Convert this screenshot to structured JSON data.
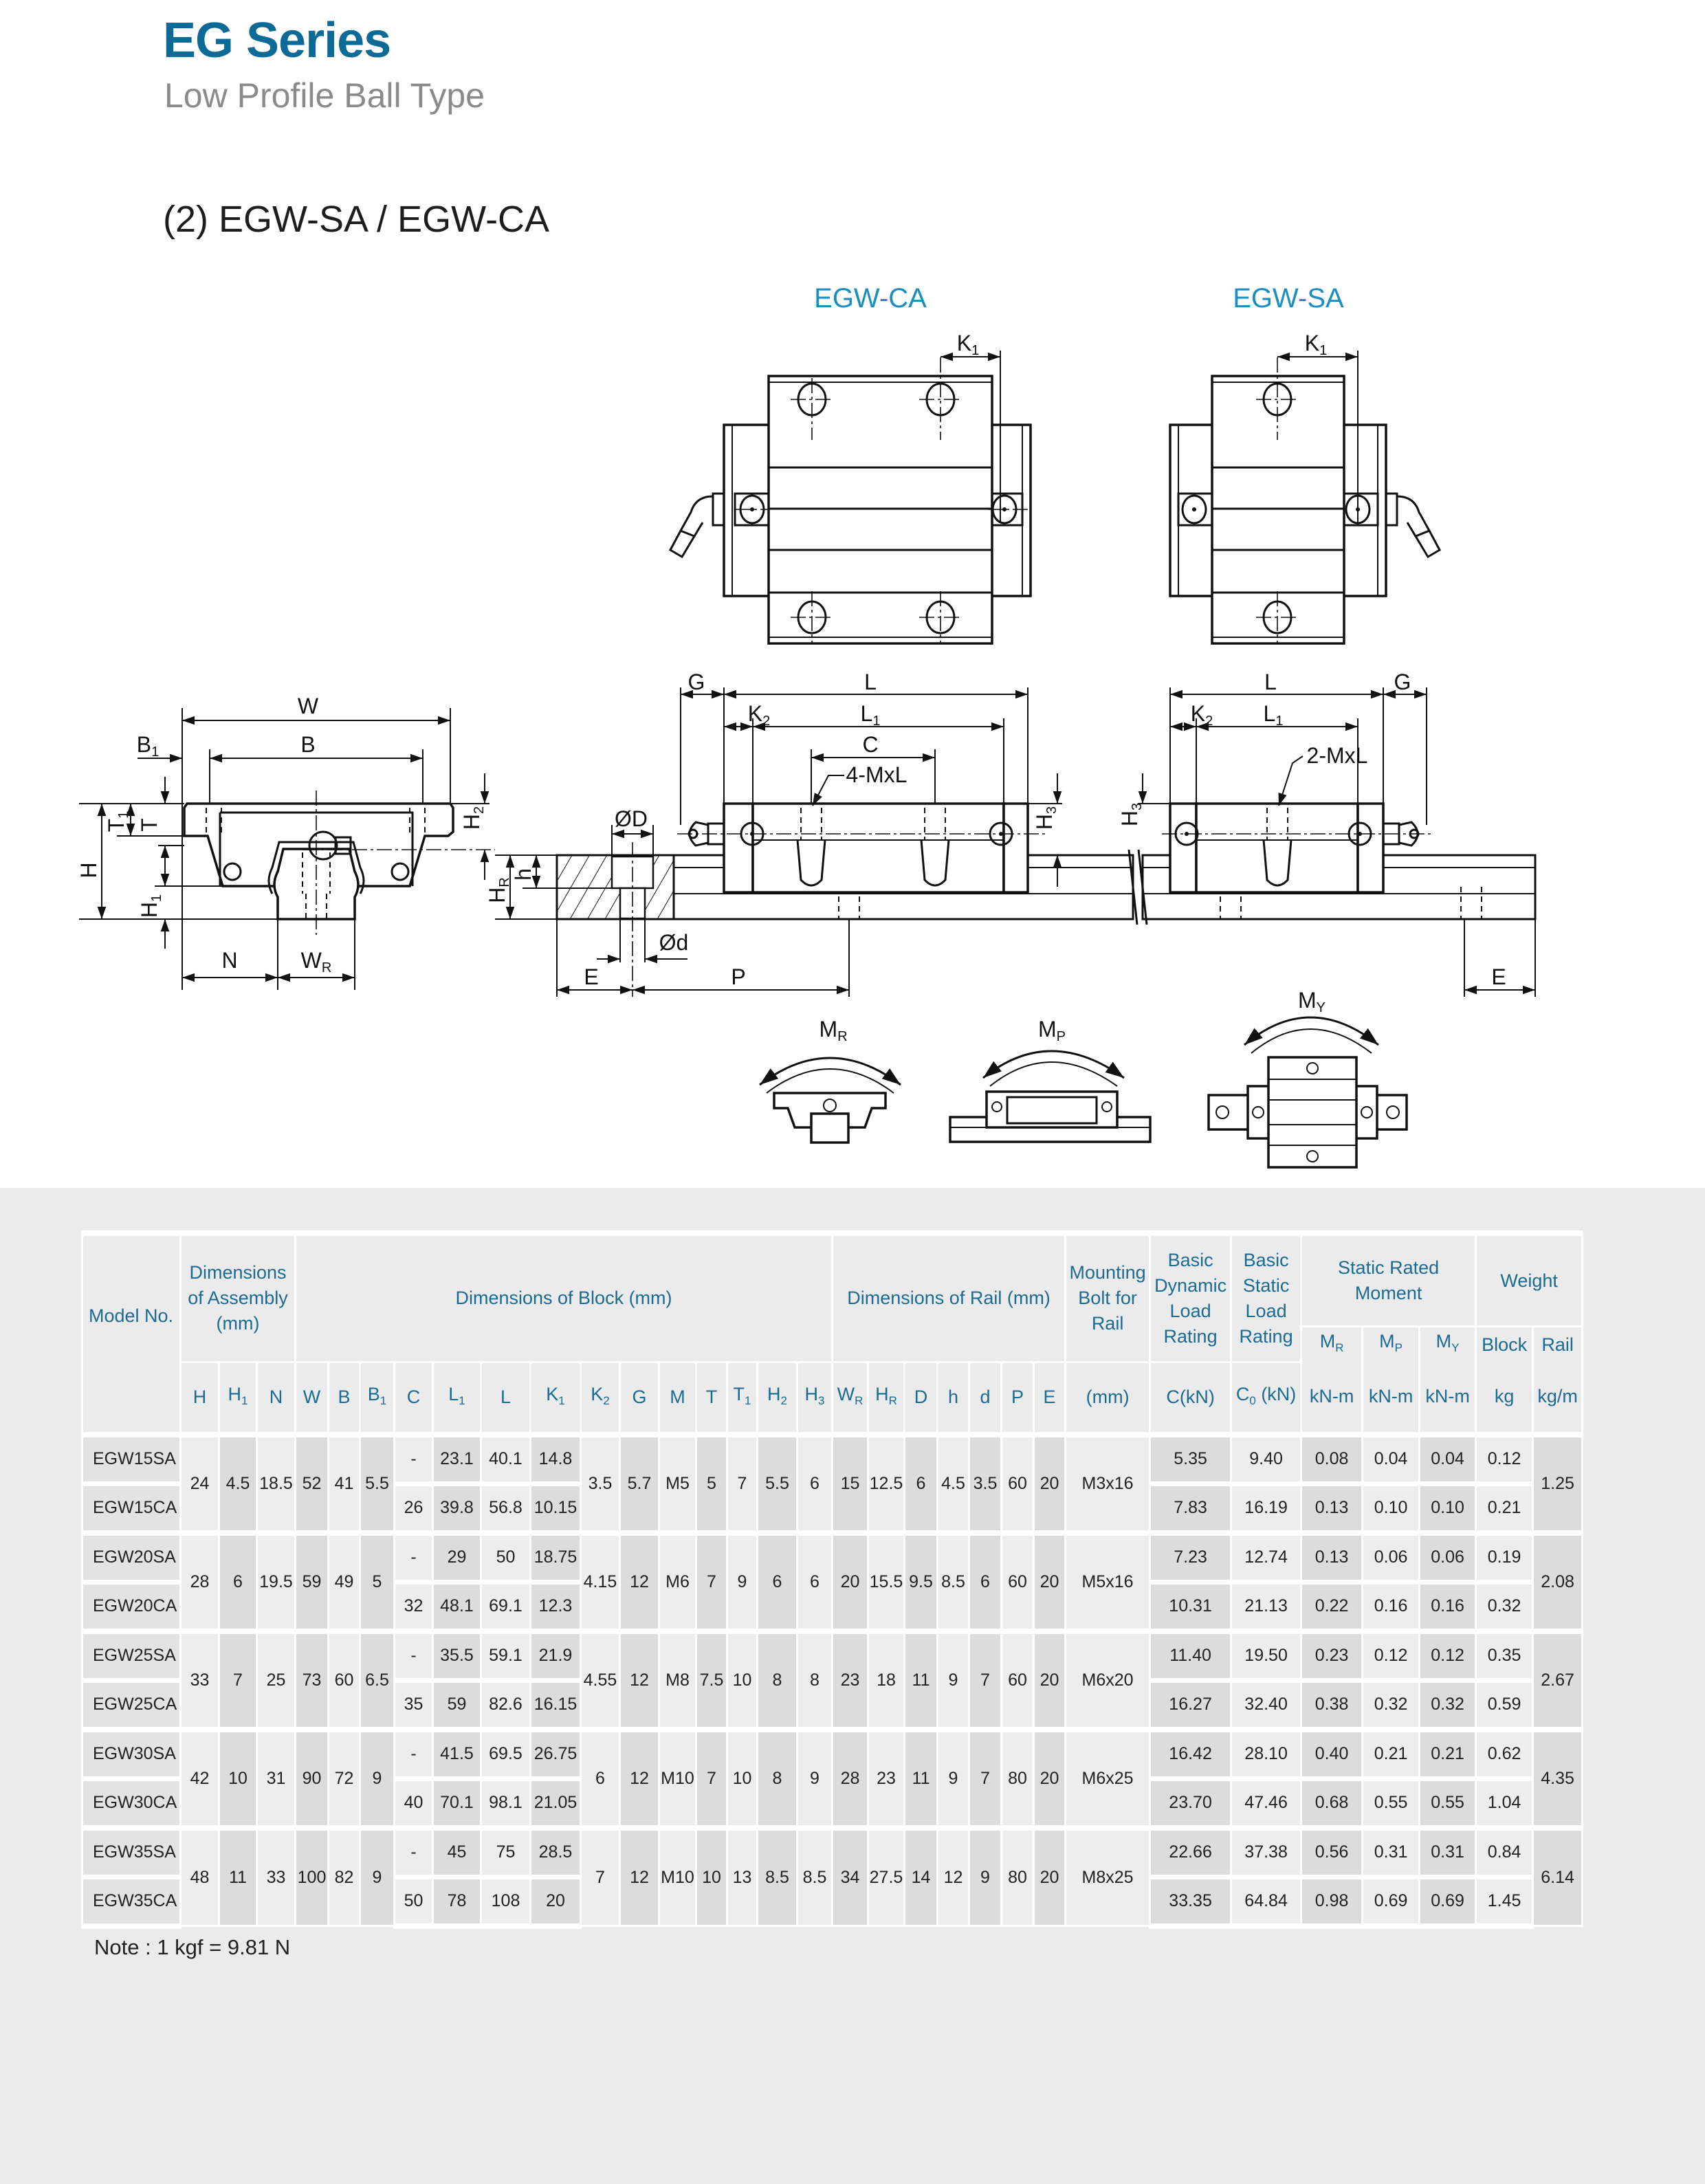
{
  "header": {
    "series_title": "EG Series",
    "subtitle": "Low Profile Ball Type",
    "section_title": "(2) EGW-SA / EGW-CA"
  },
  "colors": {
    "title_blue": "#0b6a96",
    "drawing_title_blue": "#1a8ec2",
    "table_header_text": "#1b6b93",
    "table_bg": "#ebebeb"
  },
  "drawings": {
    "ca_title": "EGW-CA",
    "sa_title": "EGW-SA",
    "labels": {
      "K1": {
        "m": "K",
        "s": "1"
      },
      "K2": {
        "m": "K",
        "s": "2"
      },
      "G": {
        "m": "G"
      },
      "L": {
        "m": "L"
      },
      "L1": {
        "m": "L",
        "s": "1"
      },
      "C": {
        "m": "C"
      },
      "mxl4": {
        "m": "4-MxL"
      },
      "mxl2": {
        "m": "2-MxL"
      },
      "H3": {
        "m": "H",
        "s": "3"
      },
      "W": {
        "m": "W"
      },
      "B1": {
        "m": "B",
        "s": "1"
      },
      "B": {
        "m": "B"
      },
      "T1": {
        "m": "T",
        "s": "1"
      },
      "T": {
        "m": "T"
      },
      "H2": {
        "m": "H",
        "s": "2"
      },
      "H": {
        "m": "H"
      },
      "H1": {
        "m": "H",
        "s": "1"
      },
      "N": {
        "m": "N"
      },
      "WR": {
        "m": "W",
        "s": "R"
      },
      "phiD": {
        "m": "ØD"
      },
      "h": {
        "m": "h"
      },
      "HR": {
        "m": "H",
        "s": "R"
      },
      "phid": {
        "m": "Ød"
      },
      "E": {
        "m": "E"
      },
      "P": {
        "m": "P"
      },
      "MR": {
        "m": "M",
        "s": "R"
      },
      "MP": {
        "m": "M",
        "s": "P"
      },
      "MY": {
        "m": "M",
        "s": "Y"
      }
    }
  },
  "table": {
    "group_headers": {
      "model": "Model No.",
      "assembly": "Dimensions of Assembly (mm)",
      "block": "Dimensions of Block (mm)",
      "rail": "Dimensions of Rail (mm)",
      "bolt": "Mounting Bolt for Rail",
      "dynamic": "Basic Dynamic Load Rating",
      "static": "Basic Static Load Rating",
      "moment": "Static Rated Moment",
      "weight": "Weight"
    },
    "columns": [
      {
        "key": "H",
        "m": "H"
      },
      {
        "key": "H1",
        "m": "H",
        "s": "1"
      },
      {
        "key": "N",
        "m": "N"
      },
      {
        "key": "W",
        "m": "W"
      },
      {
        "key": "B",
        "m": "B"
      },
      {
        "key": "B1",
        "m": "B",
        "s": "1"
      },
      {
        "key": "C",
        "m": "C"
      },
      {
        "key": "L1",
        "m": "L",
        "s": "1"
      },
      {
        "key": "L",
        "m": "L"
      },
      {
        "key": "K1",
        "m": "K",
        "s": "1"
      },
      {
        "key": "K2",
        "m": "K",
        "s": "2"
      },
      {
        "key": "G",
        "m": "G"
      },
      {
        "key": "M",
        "m": "M"
      },
      {
        "key": "T",
        "m": "T"
      },
      {
        "key": "T1",
        "m": "T",
        "s": "1"
      },
      {
        "key": "H2",
        "m": "H",
        "s": "2"
      },
      {
        "key": "H3",
        "m": "H",
        "s": "3"
      },
      {
        "key": "WR",
        "m": "W",
        "s": "R"
      },
      {
        "key": "HR",
        "m": "H",
        "s": "R"
      },
      {
        "key": "D",
        "m": "D"
      },
      {
        "key": "h",
        "m": "h"
      },
      {
        "key": "d",
        "m": "d"
      },
      {
        "key": "P",
        "m": "P"
      },
      {
        "key": "E",
        "m": "E"
      },
      {
        "key": "bolt",
        "m": "(mm)"
      },
      {
        "key": "C_dyn",
        "m": "C(kN)"
      },
      {
        "key": "C0",
        "m": "C",
        "s": "0",
        "after": " (kN)"
      },
      {
        "key": "MR",
        "m": "M",
        "s": "R",
        "unit": "kN-m"
      },
      {
        "key": "MP",
        "m": "M",
        "s": "P",
        "unit": "kN-m"
      },
      {
        "key": "MY",
        "m": "M",
        "s": "Y",
        "unit": "kN-m"
      },
      {
        "key": "block",
        "m": "Block",
        "unit": "kg"
      },
      {
        "key": "rail",
        "m": "Rail",
        "unit": "kg/m"
      }
    ],
    "groups": [
      {
        "shared": {
          "H": "24",
          "H1": "4.5",
          "N": "18.5",
          "W": "52",
          "B": "41",
          "B1": "5.5",
          "K2": "3.5",
          "G": "5.7",
          "M": "M5",
          "T": "5",
          "T1": "7",
          "H2": "5.5",
          "H3": "6",
          "WR": "15",
          "HR": "12.5",
          "D": "6",
          "h": "4.5",
          "d": "3.5",
          "P": "60",
          "E": "20",
          "bolt": "M3x16",
          "rail": "1.25"
        },
        "variants": [
          {
            "model": "EGW15SA",
            "C": "-",
            "L1": "23.1",
            "L": "40.1",
            "K1": "14.8",
            "C_dyn": "5.35",
            "C0": "9.40",
            "MR": "0.08",
            "MP": "0.04",
            "MY": "0.04",
            "block": "0.12"
          },
          {
            "model": "EGW15CA",
            "C": "26",
            "L1": "39.8",
            "L": "56.8",
            "K1": "10.15",
            "C_dyn": "7.83",
            "C0": "16.19",
            "MR": "0.13",
            "MP": "0.10",
            "MY": "0.10",
            "block": "0.21"
          }
        ]
      },
      {
        "shared": {
          "H": "28",
          "H1": "6",
          "N": "19.5",
          "W": "59",
          "B": "49",
          "B1": "5",
          "K2": "4.15",
          "G": "12",
          "M": "M6",
          "T": "7",
          "T1": "9",
          "H2": "6",
          "H3": "6",
          "WR": "20",
          "HR": "15.5",
          "D": "9.5",
          "h": "8.5",
          "d": "6",
          "P": "60",
          "E": "20",
          "bolt": "M5x16",
          "rail": "2.08"
        },
        "variants": [
          {
            "model": "EGW20SA",
            "C": "-",
            "L1": "29",
            "L": "50",
            "K1": "18.75",
            "C_dyn": "7.23",
            "C0": "12.74",
            "MR": "0.13",
            "MP": "0.06",
            "MY": "0.06",
            "block": "0.19"
          },
          {
            "model": "EGW20CA",
            "C": "32",
            "L1": "48.1",
            "L": "69.1",
            "K1": "12.3",
            "C_dyn": "10.31",
            "C0": "21.13",
            "MR": "0.22",
            "MP": "0.16",
            "MY": "0.16",
            "block": "0.32"
          }
        ]
      },
      {
        "shared": {
          "H": "33",
          "H1": "7",
          "N": "25",
          "W": "73",
          "B": "60",
          "B1": "6.5",
          "K2": "4.55",
          "G": "12",
          "M": "M8",
          "T": "7.5",
          "T1": "10",
          "H2": "8",
          "H3": "8",
          "WR": "23",
          "HR": "18",
          "D": "11",
          "h": "9",
          "d": "7",
          "P": "60",
          "E": "20",
          "bolt": "M6x20",
          "rail": "2.67"
        },
        "variants": [
          {
            "model": "EGW25SA",
            "C": "-",
            "L1": "35.5",
            "L": "59.1",
            "K1": "21.9",
            "C_dyn": "11.40",
            "C0": "19.50",
            "MR": "0.23",
            "MP": "0.12",
            "MY": "0.12",
            "block": "0.35"
          },
          {
            "model": "EGW25CA",
            "C": "35",
            "L1": "59",
            "L": "82.6",
            "K1": "16.15",
            "C_dyn": "16.27",
            "C0": "32.40",
            "MR": "0.38",
            "MP": "0.32",
            "MY": "0.32",
            "block": "0.59"
          }
        ]
      },
      {
        "shared": {
          "H": "42",
          "H1": "10",
          "N": "31",
          "W": "90",
          "B": "72",
          "B1": "9",
          "K2": "6",
          "G": "12",
          "M": "M10",
          "T": "7",
          "T1": "10",
          "H2": "8",
          "H3": "9",
          "WR": "28",
          "HR": "23",
          "D": "11",
          "h": "9",
          "d": "7",
          "P": "80",
          "E": "20",
          "bolt": "M6x25",
          "rail": "4.35"
        },
        "variants": [
          {
            "model": "EGW30SA",
            "C": "-",
            "L1": "41.5",
            "L": "69.5",
            "K1": "26.75",
            "C_dyn": "16.42",
            "C0": "28.10",
            "MR": "0.40",
            "MP": "0.21",
            "MY": "0.21",
            "block": "0.62"
          },
          {
            "model": "EGW30CA",
            "C": "40",
            "L1": "70.1",
            "L": "98.1",
            "K1": "21.05",
            "C_dyn": "23.70",
            "C0": "47.46",
            "MR": "0.68",
            "MP": "0.55",
            "MY": "0.55",
            "block": "1.04"
          }
        ]
      },
      {
        "shared": {
          "H": "48",
          "H1": "11",
          "N": "33",
          "W": "100",
          "B": "82",
          "B1": "9",
          "K2": "7",
          "G": "12",
          "M": "M10",
          "T": "10",
          "T1": "13",
          "H2": "8.5",
          "H3": "8.5",
          "WR": "34",
          "HR": "27.5",
          "D": "14",
          "h": "12",
          "d": "9",
          "P": "80",
          "E": "20",
          "bolt": "M8x25",
          "rail": "6.14"
        },
        "variants": [
          {
            "model": "EGW35SA",
            "C": "-",
            "L1": "45",
            "L": "75",
            "K1": "28.5",
            "C_dyn": "22.66",
            "C0": "37.38",
            "MR": "0.56",
            "MP": "0.31",
            "MY": "0.31",
            "block": "0.84"
          },
          {
            "model": "EGW35CA",
            "C": "50",
            "L1": "78",
            "L": "108",
            "K1": "20",
            "C_dyn": "33.35",
            "C0": "64.84",
            "MR": "0.98",
            "MP": "0.69",
            "MY": "0.69",
            "block": "1.45"
          }
        ]
      }
    ]
  },
  "note": "Note : 1 kgf = 9.81 N"
}
